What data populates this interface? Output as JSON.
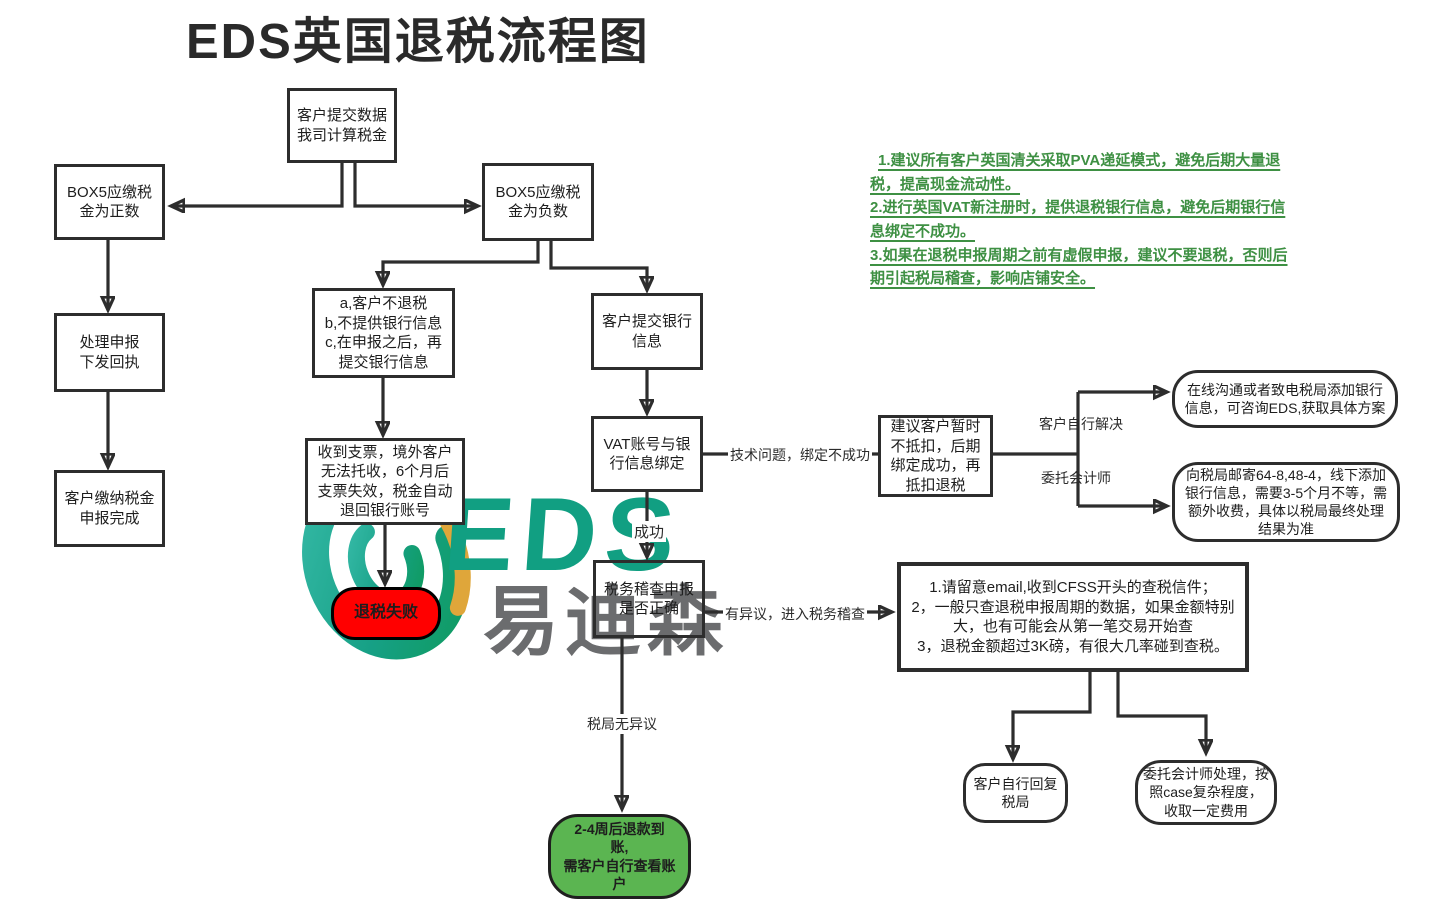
{
  "title": "EDS英国退税流程图",
  "watermark": {
    "brand": "EDS",
    "brand_cn": "易迪森"
  },
  "colors": {
    "fail_red": "#FF0000",
    "success_green": "#5BB551",
    "note_green": "#3E9043",
    "logo_teal": "#119F82",
    "logo_yellow": "#DFA63A",
    "logo_gray": "#6B6C6E",
    "line_dark": "#2D2D2D"
  },
  "notes": {
    "lines": [
      "1.建议所有客户英国清关采取PVA递延模式，避免后期大量退",
      "税，提高现金流动性。",
      "2.进行英国VAT新注册时，提供退税银行信息，避免后期银行信",
      "息绑定不成功。",
      "3.如果在退税申报周期之前有虚假申报，建议不要退税，否则后",
      "期引起税局稽查，影响店铺安全。"
    ]
  },
  "nodes": {
    "submit_data": {
      "text": "客户提交数据\n我司计算税金"
    },
    "box5_positive": {
      "text": "BOX5应缴税\n金为正数"
    },
    "box5_negative": {
      "text": "BOX5应缴税\n金为负数"
    },
    "process_declare": {
      "text": "处理申报\n下发回执"
    },
    "pay_tax_done": {
      "text": "客户缴纳税金\n申报完成"
    },
    "no_refund_cases": {
      "text": "a,客户不退税\nb,不提供银行信息\nc,在申报之后，再\n提交银行信息"
    },
    "cheque_expire": {
      "text": "收到支票，境外客户\n无法托收，6个月后\n支票失效，税金自动\n退回银行账号"
    },
    "refund_fail": {
      "text": "退税失败"
    },
    "submit_bank": {
      "text": "客户提交银行\n信息"
    },
    "vat_bind": {
      "text": "VAT账号与银\n行信息绑定"
    },
    "tax_audit_check": {
      "text": "税务稽查申报\n是否正确"
    },
    "suggest_no_deduct": {
      "text": "建议客户暂时\n不抵扣，后期\n绑定成功，再\n抵扣退税"
    },
    "online_add_bank": {
      "text": "在线沟通或者致电税局添加银行\n信息，可咨询EDS,获取具体方案"
    },
    "mail_forms": {
      "text": "向税局邮寄64-8,48-4，线下添加\n银行信息，需要3-5个月不等，需\n额外收费，具体以税局最终处理\n结果为准"
    },
    "audit_notice": {
      "text": "1.请留意email,收到CFSS开头的查税信件；\n2，一般只查退税申报周期的数据，如果金额特别\n大，也有可能会从第一笔交易开始查\n3，退税金额超过3K磅，有很大几率碰到查税。"
    },
    "refund_arrive": {
      "text": "2-4周后退款到\n账,\n需客户自行查看账\n户"
    },
    "self_reply": {
      "text": "客户自行回复\n税局"
    },
    "hire_accountant": {
      "text": "委托会计师处理，按\n照case复杂程度，\n收取一定费用"
    }
  },
  "edge_labels": {
    "tech_issue": "技术问题，绑定不成功",
    "success": "成功",
    "self_solve": "客户自行解决",
    "entrust_accountant": "委托会计师",
    "objection": "有异议，进入税务稽查",
    "no_objection": "税局无异议"
  }
}
